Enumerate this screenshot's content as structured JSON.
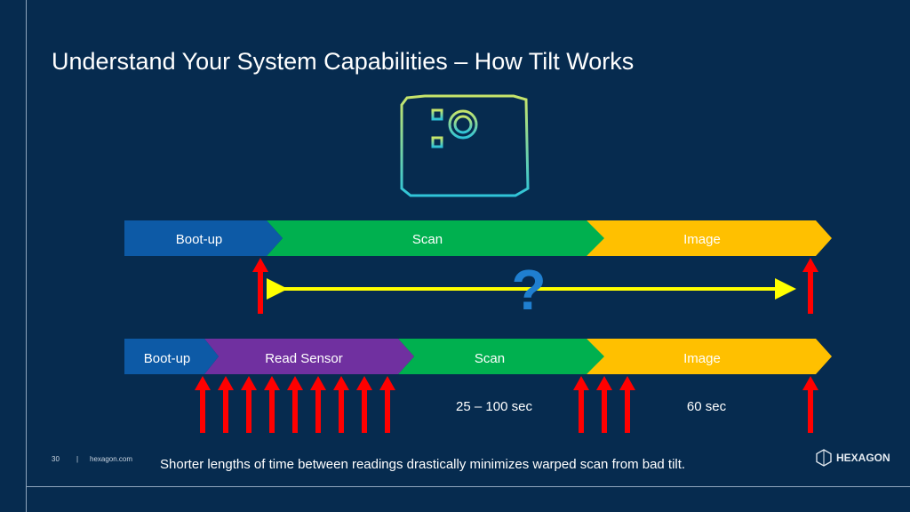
{
  "title": "Understand Your System Capabilities – How Tilt Works",
  "colors": {
    "boot": "#0d5aa6",
    "scan": "#00b04f",
    "image": "#ffc000",
    "read": "#7030a0",
    "arrow": "#ff0000",
    "double_arrow": "#ffff00",
    "question": "#1f7fd0"
  },
  "top_row": {
    "boot": "Boot-up",
    "scan": "Scan",
    "image": "Image"
  },
  "question_mark": "?",
  "bottom_row": {
    "boot": "Boot-up",
    "read": "Read Sensor",
    "scan": "Scan",
    "image": "Image",
    "scan_time": "25 – 100 sec",
    "image_time": "60 sec"
  },
  "footer": {
    "page": "30",
    "separator": "|",
    "site": "hexagon.com",
    "caption": "Shorter lengths of time between readings drastically minimizes warped scan from bad tilt.",
    "logo": "HEXAGON"
  }
}
